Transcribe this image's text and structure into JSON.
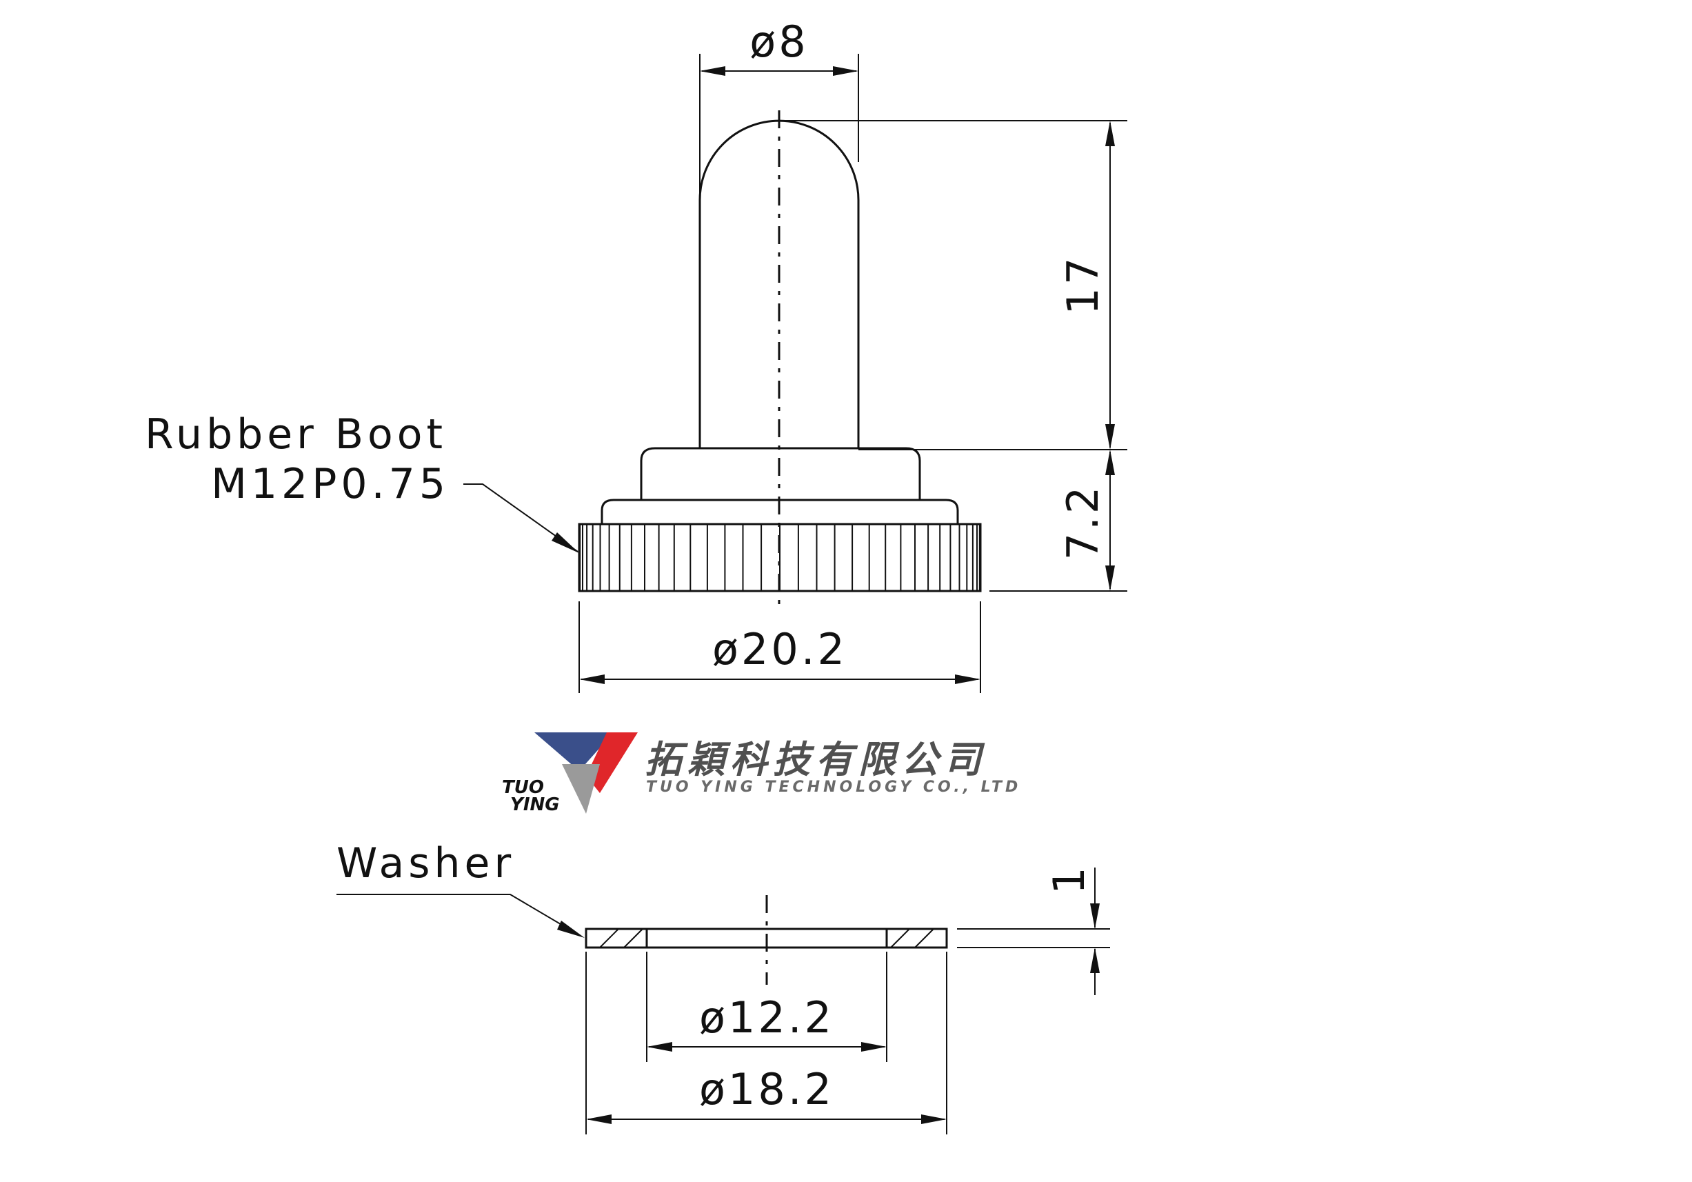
{
  "drawing": {
    "boot": {
      "label": "Rubber Boot",
      "thread": "M12P0.75",
      "dim_top_diameter": "ø8",
      "dim_height_top": "17",
      "dim_height_base": "7.2",
      "dim_base_diameter": "ø20.2"
    },
    "logo": {
      "chinese_name": "拓穎科技有限公司",
      "english_name": "TUO YING TECHNOLOGY CO., LTD",
      "mark_line1": "TUO",
      "mark_line2": "YING",
      "colors": {
        "blue": "#3a4f8a",
        "red": "#e0262a",
        "gray": "#9a9a9a"
      }
    },
    "washer": {
      "label": "Washer",
      "dim_thickness": "1",
      "dim_inner_diameter": "ø12.2",
      "dim_outer_diameter": "ø18.2"
    }
  }
}
